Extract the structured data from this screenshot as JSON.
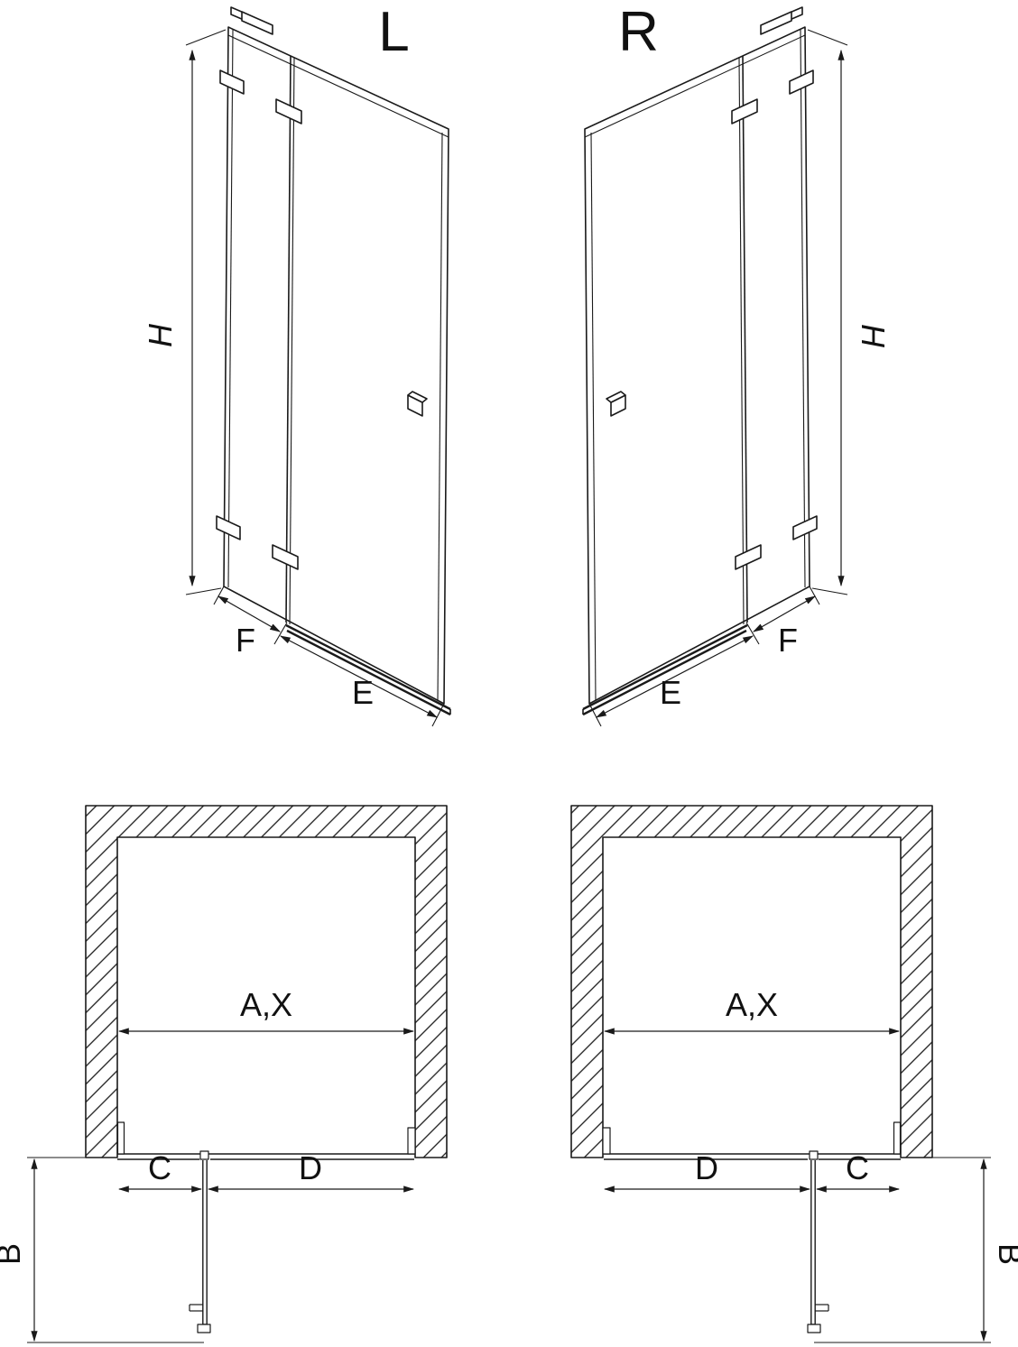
{
  "colors": {
    "line": "#1a1a1a",
    "background": "#ffffff",
    "text": "#111111"
  },
  "perspective_views": {
    "left": {
      "variant_label": "L",
      "height_dim": "H",
      "fixed_panel_dim": "F",
      "door_panel_dim": "E"
    },
    "right": {
      "variant_label": "R",
      "height_dim": "H",
      "fixed_panel_dim": "F",
      "door_panel_dim": "E"
    }
  },
  "plan_views": {
    "left": {
      "opening_dim": "A,X",
      "hinge_segment_dim": "C",
      "door_segment_dim": "D",
      "swing_depth_dim": "B"
    },
    "right": {
      "opening_dim": "A,X",
      "hinge_segment_dim": "C",
      "door_segment_dim": "D",
      "swing_depth_dim": "B"
    }
  }
}
